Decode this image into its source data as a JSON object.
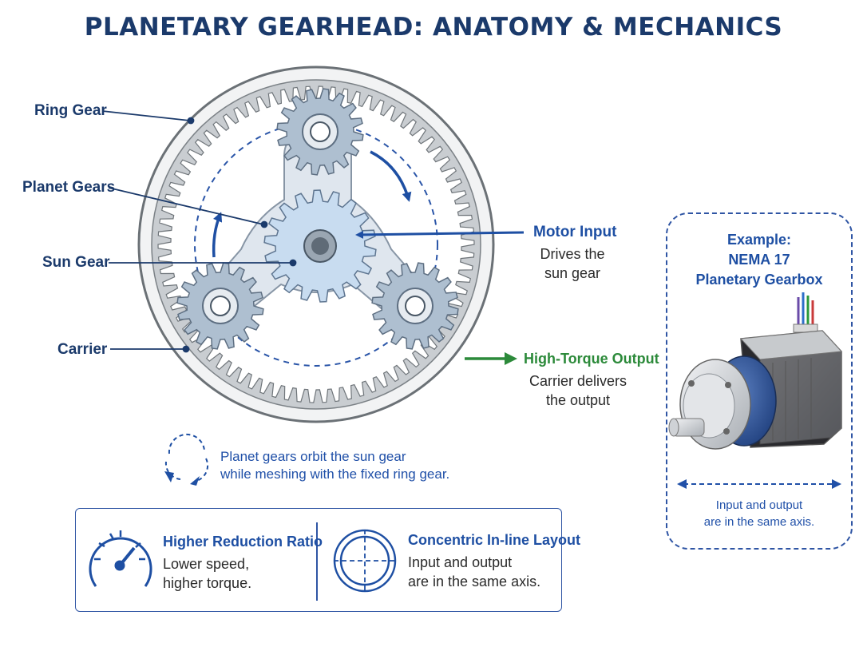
{
  "title": "PLANETARY GEARHEAD: ANATOMY & MECHANICS",
  "labels": {
    "ring_gear": "Ring Gear",
    "planet_gears": "Planet Gears",
    "sun_gear": "Sun Gear",
    "carrier": "Carrier"
  },
  "motor_input": {
    "heading": "Motor Input",
    "line1": "Drives the",
    "line2": "sun gear"
  },
  "output": {
    "heading": "High-Torque Output",
    "line1": "Carrier delivers",
    "line2": "the output"
  },
  "orbit_note": {
    "line1": "Planet gears orbit the sun gear",
    "line2": "while meshing with the fixed ring gear."
  },
  "features": [
    {
      "title": "Higher Reduction Ratio",
      "line1": "Lower speed,",
      "line2": "higher torque.",
      "icon": "speedometer-icon"
    },
    {
      "title": "Concentric In-line Layout",
      "line1": "Input and output",
      "line2": "are in the same axis.",
      "icon": "concentric-circles-icon"
    }
  ],
  "example": {
    "line1": "Example:",
    "line2": "NEMA 17",
    "line3": "Planetary Gearbox",
    "note_line1": "Input and output",
    "note_line2": "are in the same axis.",
    "icon": "stepper-motor-gearbox-icon"
  },
  "colors": {
    "title": "#1b3a6b",
    "accent_blue": "#1e4fa3",
    "output_green": "#2c8a3a",
    "ring_gray": "#9ea3a8",
    "planet_steel": "#aebfd0",
    "sun_light_blue": "#c8dcf0",
    "carrier_light": "#dfe6ee"
  }
}
